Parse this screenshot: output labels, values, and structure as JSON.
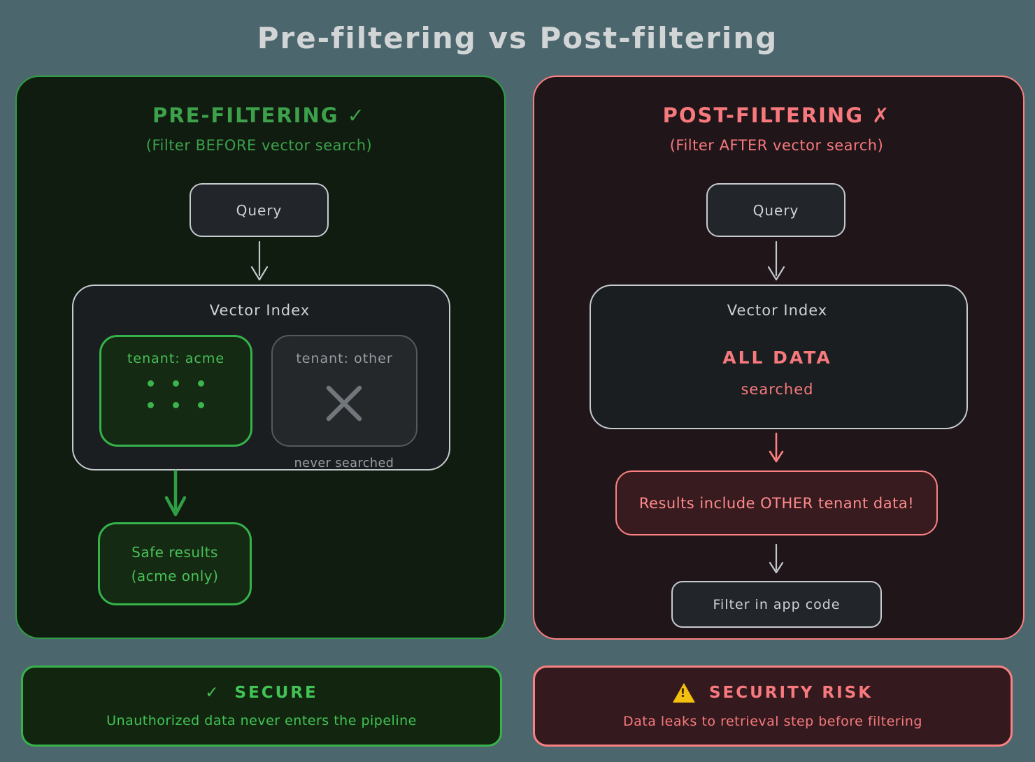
{
  "title": "Pre-filtering vs Post-filtering",
  "colors": {
    "background": "#4c666d",
    "green_accent": "#2f9e44",
    "green_text": "#49c158",
    "red_accent": "#f98181",
    "red_text": "#f8797d",
    "neutral_text": "#ced3d8",
    "muted_text": "#9aa1a7",
    "warning_yellow": "#f3c010"
  },
  "pre_panel": {
    "heading": "PRE-FILTERING ✓",
    "subheading": "(Filter BEFORE vector search)",
    "query": "Query",
    "vector_index": {
      "title": "Vector Index",
      "tenant_acme_label": "tenant: acme",
      "tenant_other_label": "tenant: other",
      "never_searched_note": "never searched"
    },
    "safe_results_line1": "Safe results",
    "safe_results_line2": "(acme only)"
  },
  "post_panel": {
    "heading": "POST-FILTERING ✗",
    "subheading": "(Filter AFTER vector search)",
    "query": "Query",
    "vector_index": {
      "title": "Vector Index",
      "line1": "ALL DATA",
      "line2": "searched"
    },
    "results_warning": "Results include OTHER tenant data!",
    "filter_step": "Filter in app code"
  },
  "footer_secure": {
    "icon": "✓",
    "title": "SECURE",
    "subtitle": "Unauthorized data never enters the pipeline"
  },
  "footer_risk": {
    "icon": "⚠",
    "title": "SECURITY RISK",
    "subtitle": "Data leaks to retrieval step before filtering"
  }
}
